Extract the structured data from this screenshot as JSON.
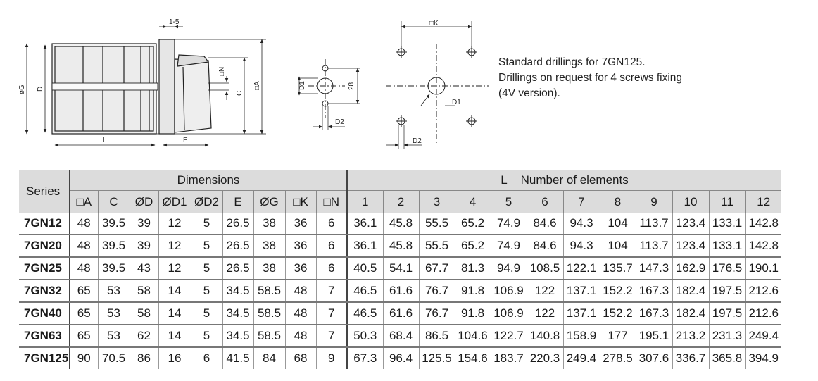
{
  "drawing": {
    "labels": {
      "gap": "1-5",
      "dia_g": "øG",
      "d": "D",
      "l": "L",
      "e": "E",
      "n": "□N",
      "c": "C",
      "a": "□A",
      "d1": "D1",
      "dim28": "28",
      "d2": "D2",
      "k": "□K",
      "d1b": "D1",
      "d2b": "D2"
    }
  },
  "note": {
    "line1": "Standard drillings for 7GN125.",
    "line2": "Drillings on request for 4 screws fixing",
    "line3": "(4V version)."
  },
  "table": {
    "series_header": "Series",
    "dimensions_header": "Dimensions",
    "l_header": "L",
    "elements_header": "Number of elements",
    "dim_columns": [
      "□A",
      "C",
      "ØD",
      "ØD1",
      "ØD2",
      "E",
      "ØG",
      "□K",
      "□N"
    ],
    "element_columns": [
      "1",
      "2",
      "3",
      "4",
      "5",
      "6",
      "7",
      "8",
      "9",
      "10",
      "11",
      "12"
    ],
    "rows": [
      {
        "series": "7GN12",
        "dims": [
          "48",
          "39.5",
          "39",
          "12",
          "5",
          "26.5",
          "38",
          "36",
          "6"
        ],
        "l": [
          "36.1",
          "45.8",
          "55.5",
          "65.2",
          "74.9",
          "84.6",
          "94.3",
          "104",
          "113.7",
          "123.4",
          "133.1",
          "142.8"
        ]
      },
      {
        "series": "7GN20",
        "dims": [
          "48",
          "39.5",
          "39",
          "12",
          "5",
          "26.5",
          "38",
          "36",
          "6"
        ],
        "l": [
          "36.1",
          "45.8",
          "55.5",
          "65.2",
          "74.9",
          "84.6",
          "94.3",
          "104",
          "113.7",
          "123.4",
          "133.1",
          "142.8"
        ]
      },
      {
        "series": "7GN25",
        "dims": [
          "48",
          "39.5",
          "43",
          "12",
          "5",
          "26.5",
          "38",
          "36",
          "6"
        ],
        "l": [
          "40.5",
          "54.1",
          "67.7",
          "81.3",
          "94.9",
          "108.5",
          "122.1",
          "135.7",
          "147.3",
          "162.9",
          "176.5",
          "190.1"
        ]
      },
      {
        "series": "7GN32",
        "dims": [
          "65",
          "53",
          "58",
          "14",
          "5",
          "34.5",
          "58.5",
          "48",
          "7"
        ],
        "l": [
          "46.5",
          "61.6",
          "76.7",
          "91.8",
          "106.9",
          "122",
          "137.1",
          "152.2",
          "167.3",
          "182.4",
          "197.5",
          "212.6"
        ]
      },
      {
        "series": "7GN40",
        "dims": [
          "65",
          "53",
          "58",
          "14",
          "5",
          "34.5",
          "58.5",
          "48",
          "7"
        ],
        "l": [
          "46.5",
          "61.6",
          "76.7",
          "91.8",
          "106.9",
          "122",
          "137.1",
          "152.2",
          "167.3",
          "182.4",
          "197.5",
          "212.6"
        ]
      },
      {
        "series": "7GN63",
        "dims": [
          "65",
          "53",
          "62",
          "14",
          "5",
          "34.5",
          "58.5",
          "48",
          "7"
        ],
        "l": [
          "50.3",
          "68.4",
          "86.5",
          "104.6",
          "122.7",
          "140.8",
          "158.9",
          "177",
          "195.1",
          "213.2",
          "231.3",
          "249.4"
        ]
      },
      {
        "series": "7GN125",
        "dims": [
          "90",
          "70.5",
          "86",
          "16",
          "6",
          "41.5",
          "84",
          "68",
          "9"
        ],
        "l": [
          "67.3",
          "96.4",
          "125.5",
          "154.6",
          "183.7",
          "220.3",
          "249.4",
          "278.5",
          "307.6",
          "336.7",
          "365.8",
          "394.9"
        ]
      }
    ]
  }
}
